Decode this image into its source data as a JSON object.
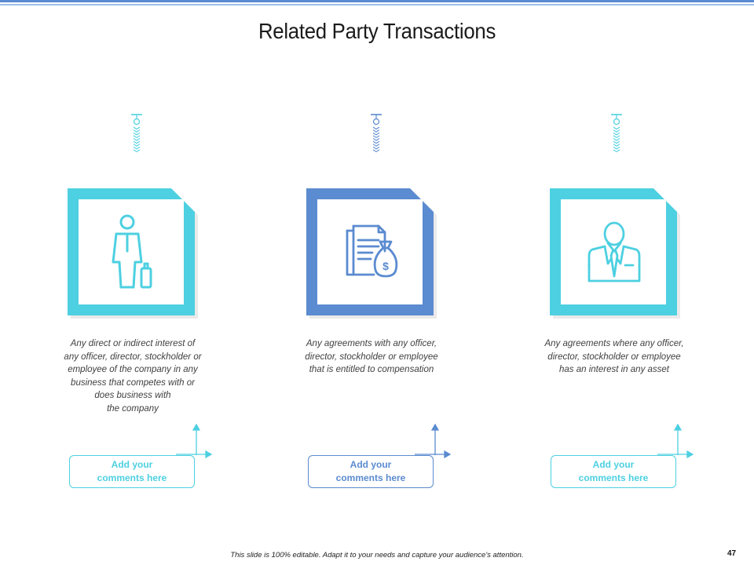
{
  "slide": {
    "title": "Related Party Transactions",
    "footer": "This slide is 100% editable. Adapt it to your needs and capture your audience's attention.",
    "page_number": "47"
  },
  "colors": {
    "cyan": "#4dd0e1",
    "blue": "#5b8bd0",
    "icon_blue": "#5b8bd0"
  },
  "columns": [
    {
      "icon": "person-with-luggage-icon",
      "description": [
        "Any direct or indirect interest of",
        "any officer, director, stockholder or",
        "employee of the company in any",
        "business that competes with or",
        "does business with",
        "the company"
      ],
      "comment": [
        "Add your",
        "comments here"
      ],
      "accent": "#4dd0e1"
    },
    {
      "icon": "document-money-bag-icon",
      "description": [
        "Any agreements with any officer,",
        "director, stockholder or employee",
        "that is entitled to compensation"
      ],
      "comment": [
        "Add your",
        "comments here"
      ],
      "accent": "#5b8bd0"
    },
    {
      "icon": "businessman-icon",
      "description": [
        "Any agreements where any officer,",
        "director, stockholder or employee",
        "has an interest in any asset"
      ],
      "comment": [
        "Add your",
        "comments here"
      ],
      "accent": "#4dd0e1"
    }
  ]
}
